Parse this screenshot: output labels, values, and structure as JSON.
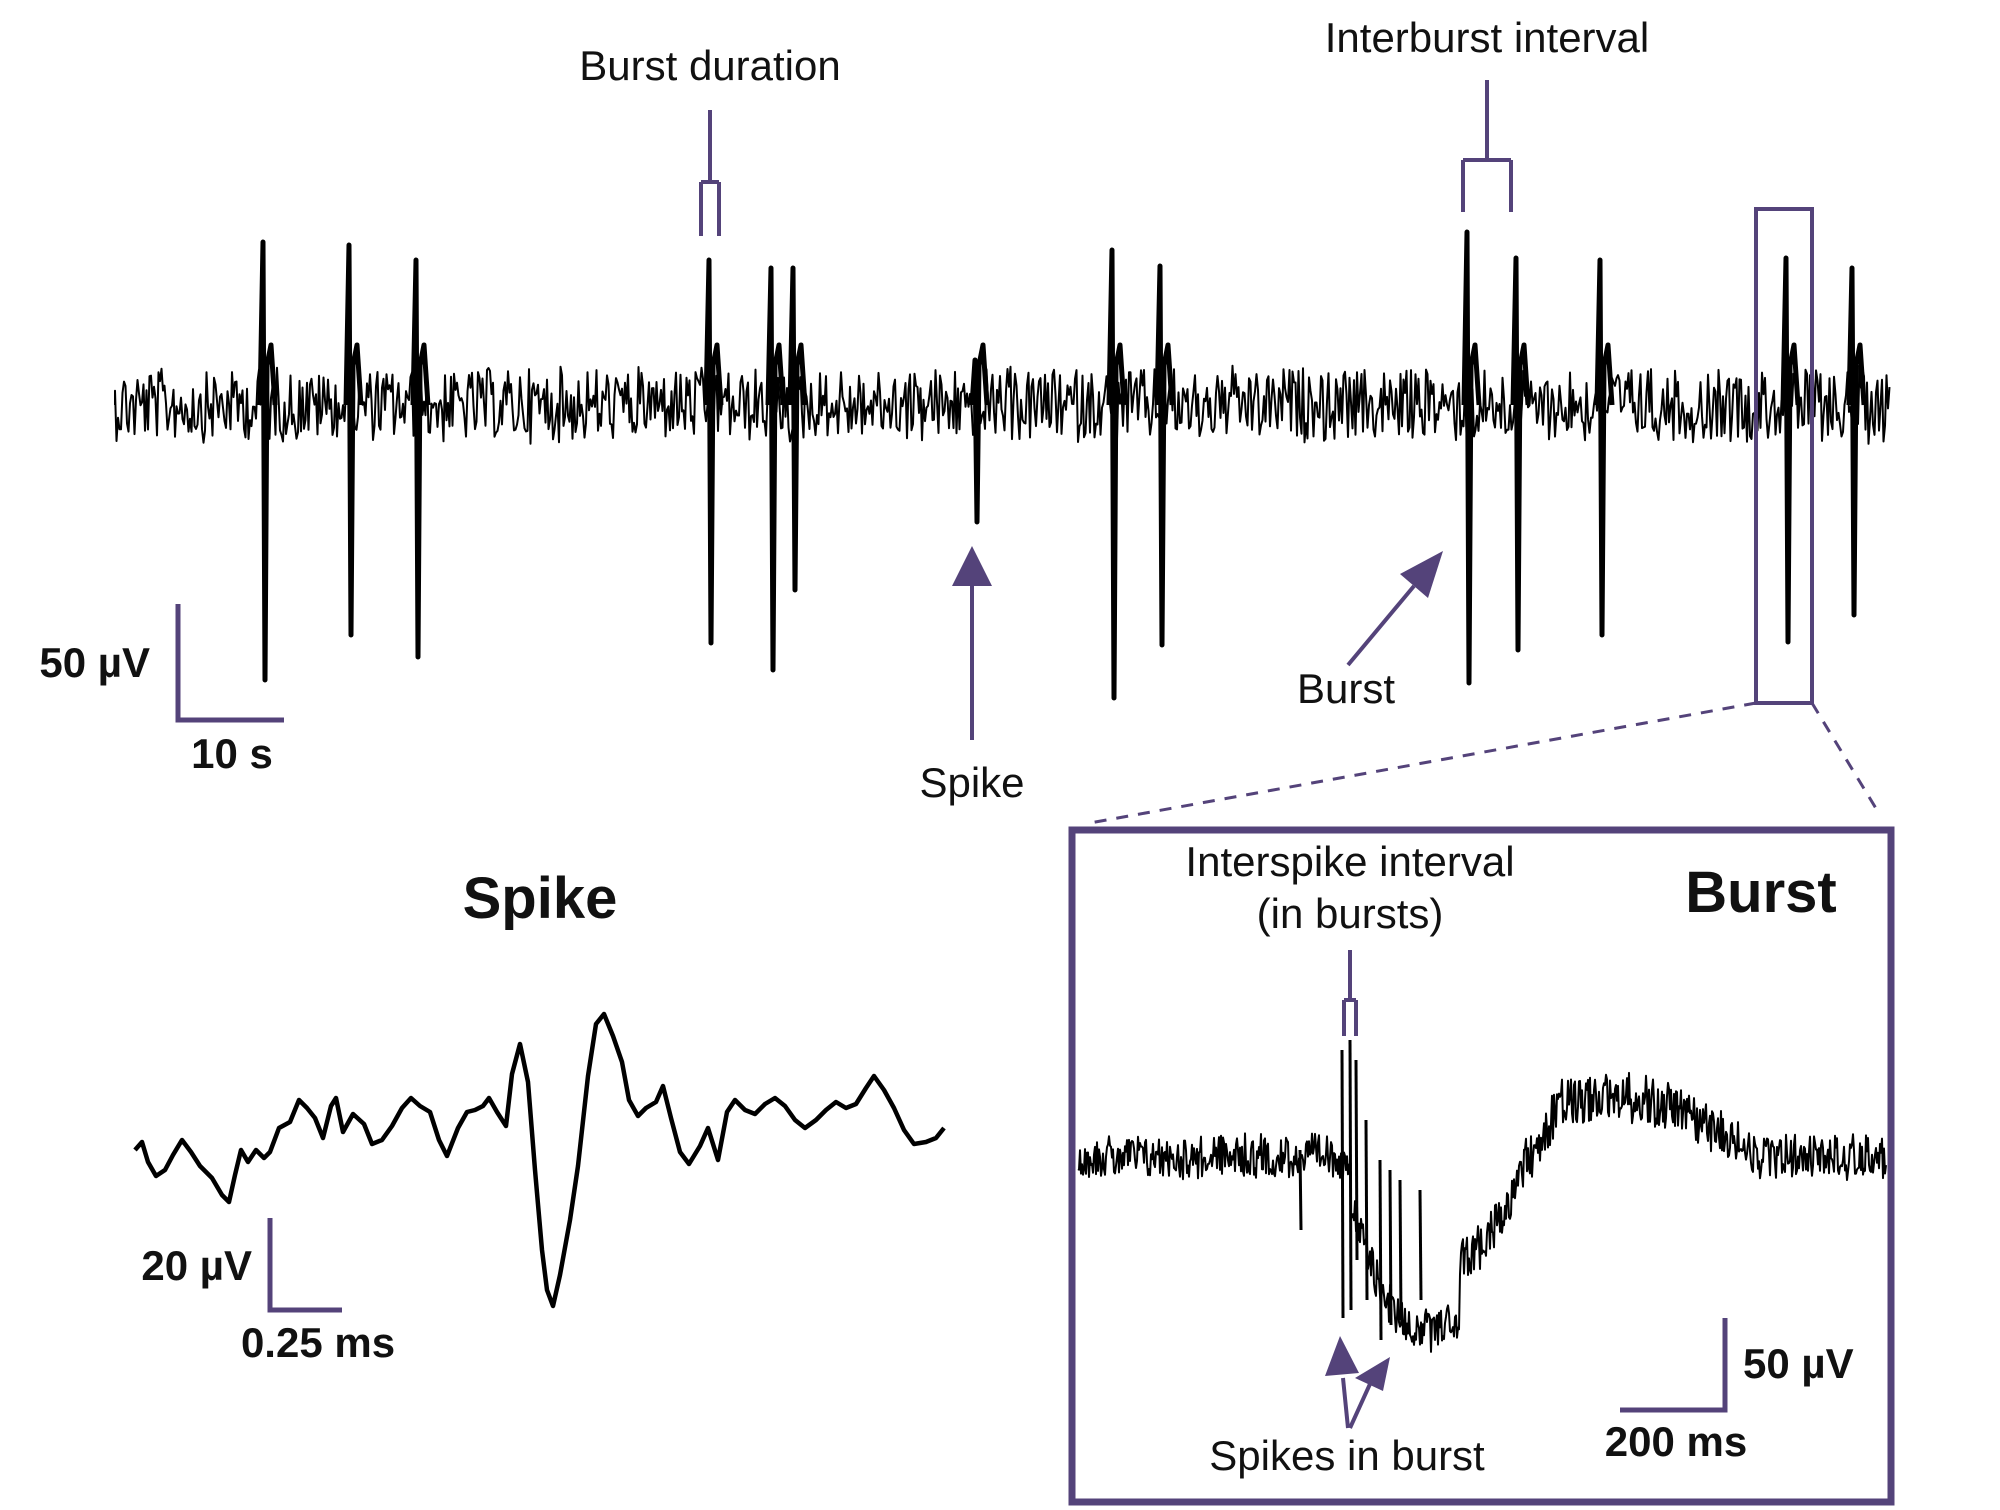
{
  "colors": {
    "accent": "#54437a",
    "trace": "#000000",
    "text": "#111111"
  },
  "annotations": {
    "burst_duration": "Burst duration",
    "interburst_interval": "Interburst interval",
    "spike": "Spike",
    "burst": "Burst"
  },
  "scalebars": {
    "main_voltage": "50 µV",
    "main_time": "10 s",
    "spike_voltage": "20 µV",
    "spike_time": "0.25 ms",
    "burst_voltage": "50 µV",
    "burst_time": "200 ms"
  },
  "spike_panel": {
    "title": "Spike"
  },
  "burst_panel": {
    "title": "Burst",
    "interspike_line1": "Interspike interval",
    "interspike_line2": "(in bursts)",
    "spikes_in_burst": "Spikes in burst"
  }
}
